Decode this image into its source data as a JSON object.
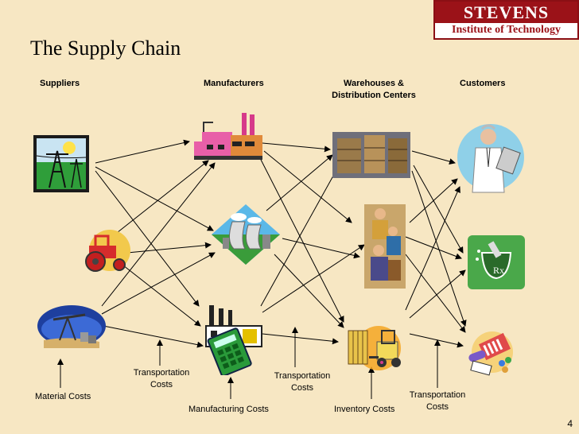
{
  "title": "The Supply Chain",
  "logo": {
    "line1": "STEVENS",
    "line2": "Institute of Technology"
  },
  "columns": {
    "suppliers": "Suppliers",
    "manufacturers": "Manufacturers",
    "warehouses_line1": "Warehouses &",
    "warehouses_line2": "Distribution Centers",
    "customers": "Customers"
  },
  "costs": {
    "material": "Material Costs",
    "transport1_line1": "Transportation",
    "transport1_line2": "Costs",
    "manufacturing": "Manufacturing Costs",
    "transport2_line1": "Transportation",
    "transport2_line2": "Costs",
    "inventory": "Inventory Costs",
    "transport3_line1": "Transportation",
    "transport3_line2": "Costs"
  },
  "page_number": "4",
  "icons": {
    "supplier_1": "power-lines-icon",
    "supplier_2": "tractor-icon",
    "supplier_3": "oil-pump-icon",
    "manufacturer_1": "factory-icon",
    "manufacturer_2": "power-plant-icon",
    "manufacturer_3": "factory-calculator-icon",
    "warehouse_1": "warehouse-icon",
    "warehouse_2": "workers-icon",
    "warehouse_3": "forklift-icon",
    "customer_1": "doctor-icon",
    "customer_2": "pharmacy-icon",
    "customer_3": "medicine-icon"
  },
  "colors": {
    "background": "#f7e7c3",
    "brand": "#9b1218"
  }
}
